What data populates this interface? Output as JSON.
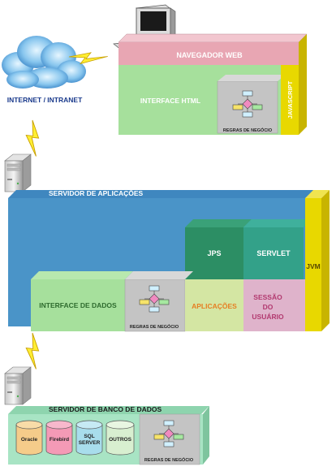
{
  "internet": {
    "label": "INTERNET / INTRANET"
  },
  "browser": {
    "title": "NAVEGADOR WEB",
    "html_label": "INTERFACE HTML",
    "javascript_label": "JAVASCRIPT",
    "rules_label": "REGRAS DE NEGÓCIO"
  },
  "app_server": {
    "title": "SERVIDOR DE APLICAÇÕES",
    "jps_label": "JPS",
    "servlet_label": "SERVLET",
    "jvm_label": "JVM",
    "data_interface_label": "INTERFACE DE DADOS",
    "rules_label": "REGRAS DE NEGÓCIO",
    "applications_label": "APLICAÇÕES",
    "session_line1": "SESSÃO",
    "session_line2": "DO",
    "session_line3": "USUÁRIO"
  },
  "db_server": {
    "title": "SERVIDOR DE BANCO DE DADOS",
    "databases": [
      {
        "label": "Oracle",
        "color": "#f5cc8a"
      },
      {
        "label": "Firebird",
        "color": "#f49ab6"
      },
      {
        "label": "SQL",
        "label2": "SERVER",
        "color": "#a8ddec"
      },
      {
        "label": "OUTROS",
        "color": "#d8efd0"
      }
    ],
    "rules_label": "REGRAS DE NEGÓCIO"
  },
  "colors": {
    "browser_top": "#e8a6b3",
    "html_green": "#a6e09c",
    "gray_box": "#c4c4c4",
    "yellow": "#e8d800",
    "app_blue": "#4a94c8",
    "teal": "#2c8e64",
    "yellow_green": "#d4e6a3",
    "orange_text": "#e67e22",
    "session_pink": "#dfb3cb",
    "session_text": "#b2396f",
    "db_green": "#a8e4c4"
  }
}
